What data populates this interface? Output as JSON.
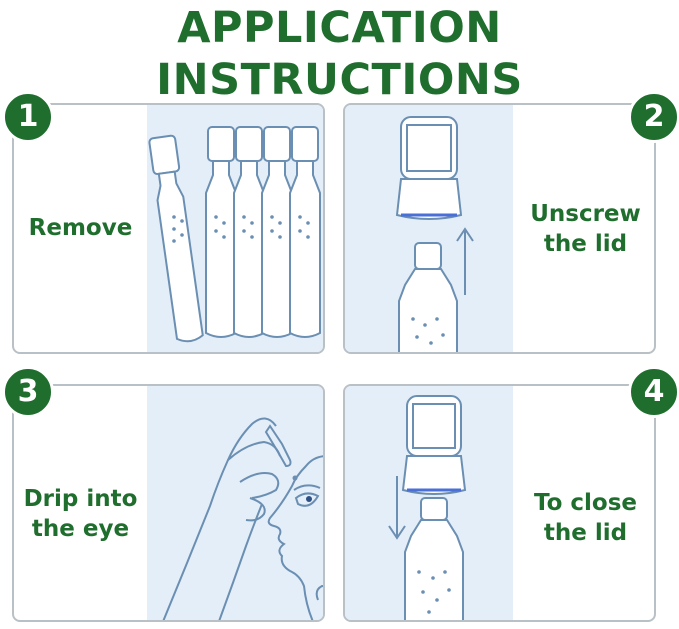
{
  "title": "APPLICATION INSTRUCTIONS",
  "steps": [
    {
      "number": "1",
      "label": "Remove"
    },
    {
      "number": "2",
      "label_line1": "Unscrew",
      "label_line2": "the lid"
    },
    {
      "number": "3",
      "label_line1": "Drip into",
      "label_line2": "the eye"
    },
    {
      "number": "4",
      "label_line1": "To close",
      "label_line2": "the lid"
    }
  ],
  "colors": {
    "accent": "#1f6e2e",
    "panel": "#e3eef9",
    "line": "#6b8fb2",
    "border": "#b9c1c6"
  },
  "icons": [
    "ampoule-strip-icon",
    "open-vial-icon",
    "eye-drop-icon",
    "close-vial-icon",
    "arrow-up-icon",
    "arrow-down-icon"
  ]
}
